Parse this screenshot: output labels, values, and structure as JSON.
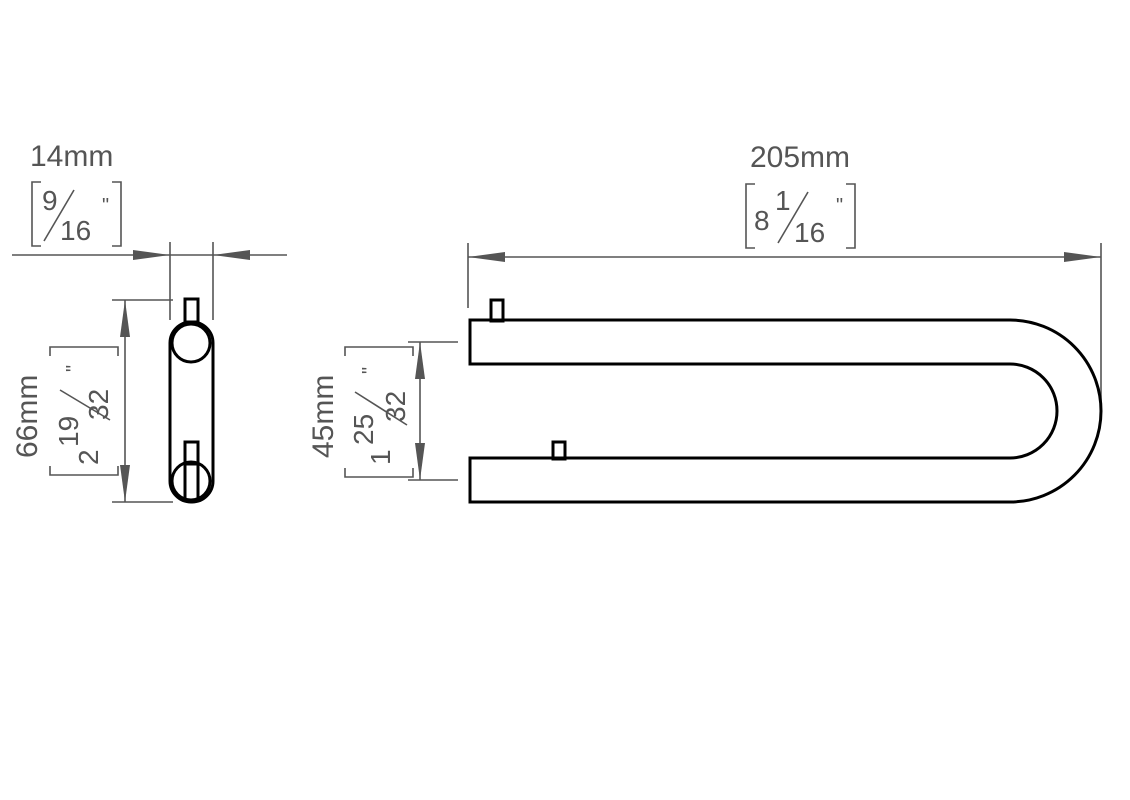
{
  "side_view": {
    "width_mm": "14mm",
    "width_in_num": "9",
    "width_in_den": "16",
    "height_mm": "66mm",
    "height_in_whole": "2",
    "height_in_num": "19",
    "height_in_den": "32",
    "inch_mark": "\""
  },
  "front_view": {
    "length_mm": "205mm",
    "length_in_whole": "8",
    "length_in_num": "1",
    "length_in_den": "16",
    "spacing_mm": "45mm",
    "spacing_in_whole": "1",
    "spacing_in_num": "25",
    "spacing_in_den": "32",
    "inch_mark": "\""
  }
}
